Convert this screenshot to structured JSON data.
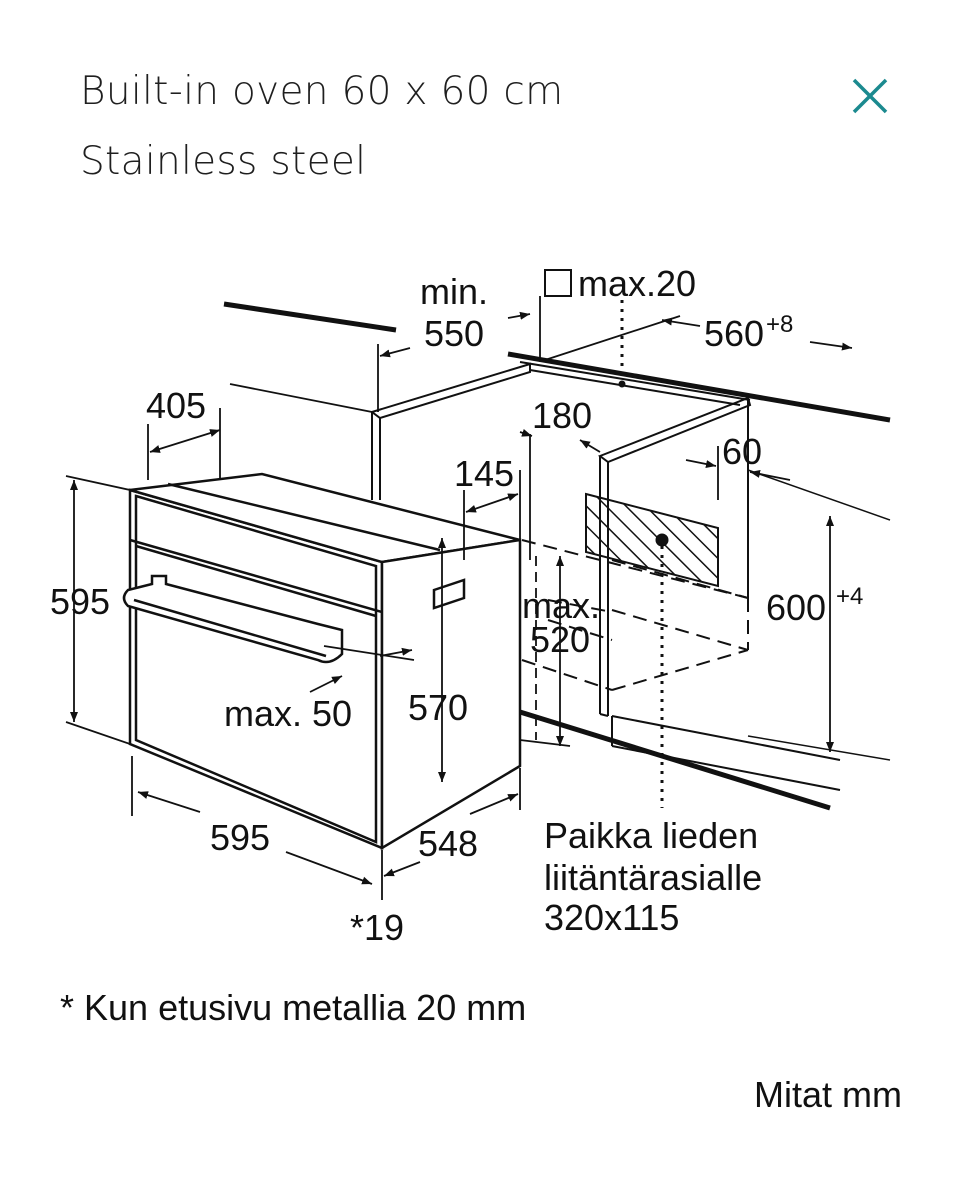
{
  "header": {
    "title": "Built-in oven 60 x 60 cm",
    "subtitle": "Stainless steel",
    "close_icon": "close-icon",
    "accent_color": "#1b8a8f"
  },
  "drawing": {
    "labels": {
      "min": "min.",
      "d550": "550",
      "max20": "max.20",
      "d560": "560",
      "d560_tol": "+8",
      "d405": "405",
      "d180": "180",
      "d145": "145",
      "d60": "60",
      "d595_height": "595",
      "max520_a": "max.",
      "max520_b": "520",
      "d600": "600",
      "d600_tol": "+4",
      "max50": "max. 50",
      "d570": "570",
      "d595_width": "595",
      "d548": "548",
      "d19": "*19",
      "socket_line1": "Paikka lieden",
      "socket_line2": "liitäntärasialle",
      "socket_line3": "320x115"
    }
  },
  "footnote": "* Kun etusivu metallia 20 mm",
  "units": "Mitat mm"
}
